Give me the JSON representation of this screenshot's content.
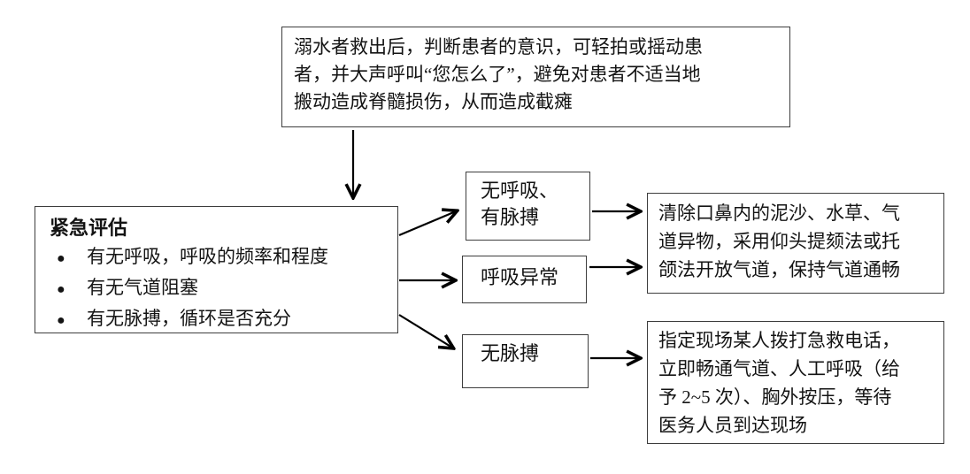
{
  "colors": {
    "background": "#ffffff",
    "box_border": "#3d3d3d",
    "text": "#141414",
    "arrow": "#000000"
  },
  "top_box": {
    "lines": [
      "溺水者救出后，判断患者的意识，可轻拍或摇动患",
      "者，并大声呼叫“您怎么了”，避免对患者不适当地",
      "搬动造成脊髓损伤，从而造成截瘫"
    ]
  },
  "assessment_box": {
    "title": "紧急评估",
    "bullet_glyph": "●",
    "items": [
      "有无呼吸，呼吸的频率和程度",
      "有无气道阻塞",
      "有无脉搏，循环是否充分"
    ]
  },
  "condition_boxes": {
    "no_breathing_has_pulse": {
      "lines": [
        "无呼吸、",
        "有脉搏"
      ]
    },
    "abnormal_breathing": {
      "label": "呼吸异常"
    },
    "no_pulse": {
      "label": "无脉搏"
    }
  },
  "action_boxes": {
    "clear_airway": {
      "lines": [
        "清除口鼻内的泥沙、水草、气",
        "道异物，采用仰头提颏法或托",
        "颌法开放气道，保持气道通畅"
      ]
    },
    "cpr": {
      "lines": [
        "指定现场某人拨打急救电话，",
        "立即畅通气道、人工呼吸（给",
        "予 2~5 次）、胸外按压，等待",
        "医务人员到达现场"
      ]
    }
  }
}
